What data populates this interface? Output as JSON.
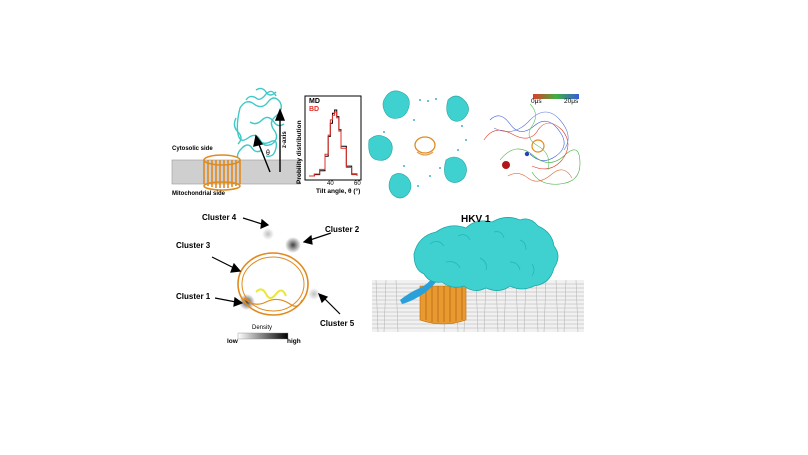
{
  "panel_a": {
    "cytosolic_label": "Cytosolic side",
    "mitochondrial_label": "Mitochondrial side",
    "axis_label": "z-axis",
    "angle_symbol": "θ",
    "colors": {
      "protein": "#3fd0d0",
      "barrel": "#e08a1e",
      "membrane": "#c8c8c8"
    }
  },
  "histogram": {
    "ylabel": "Probility distribution",
    "xlabel": "Tilt angle, θ (°)",
    "legend": [
      {
        "label": "MD",
        "color": "#000000"
      },
      {
        "label": "BD",
        "color": "#e0302a"
      }
    ],
    "xticks": [
      "40",
      "60"
    ],
    "chart_data": {
      "type": "line",
      "series": [
        {
          "name": "MD",
          "x": [
            20,
            25,
            30,
            35,
            38,
            40,
            42,
            44,
            46,
            48,
            50,
            55,
            60,
            65
          ],
          "y": [
            0.0,
            0.02,
            0.08,
            0.3,
            0.6,
            0.8,
            0.95,
            1.0,
            0.9,
            0.7,
            0.45,
            0.15,
            0.03,
            0.0
          ]
        },
        {
          "name": "BD",
          "x": [
            20,
            25,
            30,
            35,
            38,
            40,
            42,
            44,
            46,
            48,
            50,
            55,
            60,
            65
          ],
          "y": [
            0.0,
            0.03,
            0.1,
            0.33,
            0.62,
            0.85,
            0.92,
            0.97,
            0.88,
            0.68,
            0.42,
            0.13,
            0.02,
            0.0
          ]
        }
      ],
      "xlim": [
        20,
        65
      ]
    }
  },
  "trajectory": {
    "time_start": "0μs",
    "time_end": "20μs",
    "gradient": [
      "#e03c2a",
      "#40b040",
      "#3a5ad8"
    ]
  },
  "clusters": {
    "labels": [
      "Cluster 4",
      "Cluster 2",
      "Cluster 3",
      "Cluster 1",
      "Cluster 5"
    ],
    "colorbar_title": "Density",
    "colorbar_low": "low",
    "colorbar_high": "high"
  },
  "hkv": {
    "title": "HKV 1",
    "colors": {
      "protein": "#3fd0d0",
      "lipid": "#b8b8b8"
    }
  }
}
